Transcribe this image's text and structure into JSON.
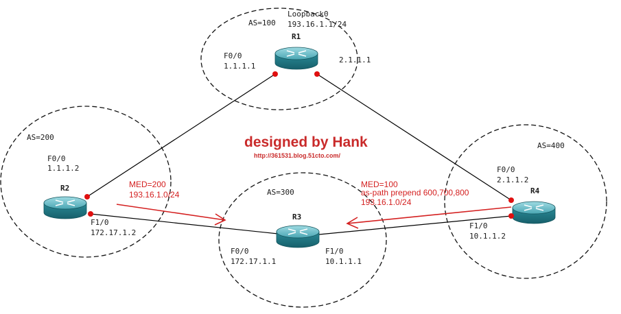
{
  "title": "designed by Hank",
  "url": "http://361531.blog.51cto.com/",
  "colors": {
    "accent": "#c92a2a",
    "link_red": "#d42020",
    "router_body": "#2f8a97",
    "line": "#000000"
  },
  "as_zones": {
    "as100": "AS=100",
    "as200": "AS=200",
    "as300": "AS=300",
    "as400": "AS=400"
  },
  "routers": {
    "r1": {
      "name": "R1",
      "icon": "router-icon"
    },
    "r2": {
      "name": "R2",
      "icon": "router-icon"
    },
    "r3": {
      "name": "R3",
      "icon": "router-icon"
    },
    "r4": {
      "name": "R4",
      "icon": "router-icon"
    }
  },
  "interfaces": {
    "r1_loopback_name": "Loopback0",
    "r1_loopback_ip": "193.16.1.1/24",
    "r1_f00_name": "F0/0",
    "r1_f00_ip": "1.1.1.1",
    "r1_right_ip": "2.1.1.1",
    "r2_f00_name": "F0/0",
    "r2_f00_ip": "1.1.1.2",
    "r2_f10_name": "F1/0",
    "r2_f10_ip": "172.17.1.2",
    "r3_f00_name": "F0/0",
    "r3_f00_ip": "172.17.1.1",
    "r3_f10_name": "F1/0",
    "r3_f10_ip": "10.1.1.1",
    "r4_f00_name": "F0/0",
    "r4_f00_ip": "2.1.1.2",
    "r4_f10_name": "F1/0",
    "r4_f10_ip": "10.1.1.2"
  },
  "advertisements": {
    "left": {
      "med": "MED=200",
      "prefix": "193.16.1.0/24"
    },
    "right": {
      "med": "MED=100",
      "aspath": "as-path prepend 600,700,800",
      "prefix": "193.16.1.0/24"
    }
  }
}
